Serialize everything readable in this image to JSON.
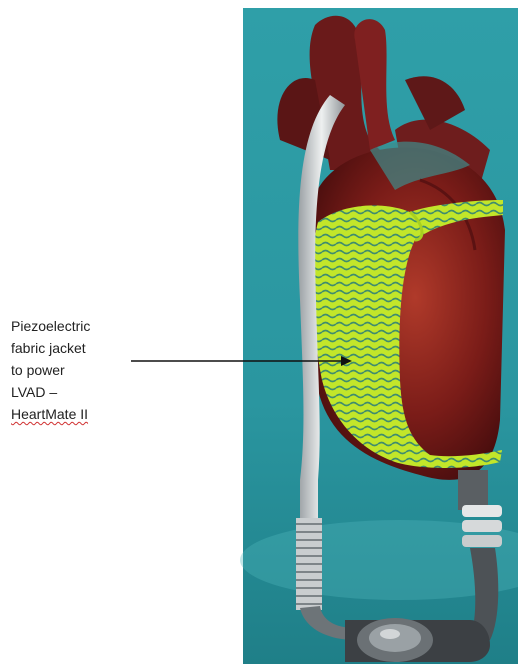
{
  "annotation": {
    "lines": [
      "Piezoelectric",
      "fabric jacket",
      "to power",
      "LVAD –",
      "HeartMate II"
    ]
  },
  "colors": {
    "background": "#2a9aa3",
    "heart": "#8a2020",
    "jacket": "#b8e020",
    "jacket_pattern": "#3a8a70",
    "arrow": "#111111"
  }
}
